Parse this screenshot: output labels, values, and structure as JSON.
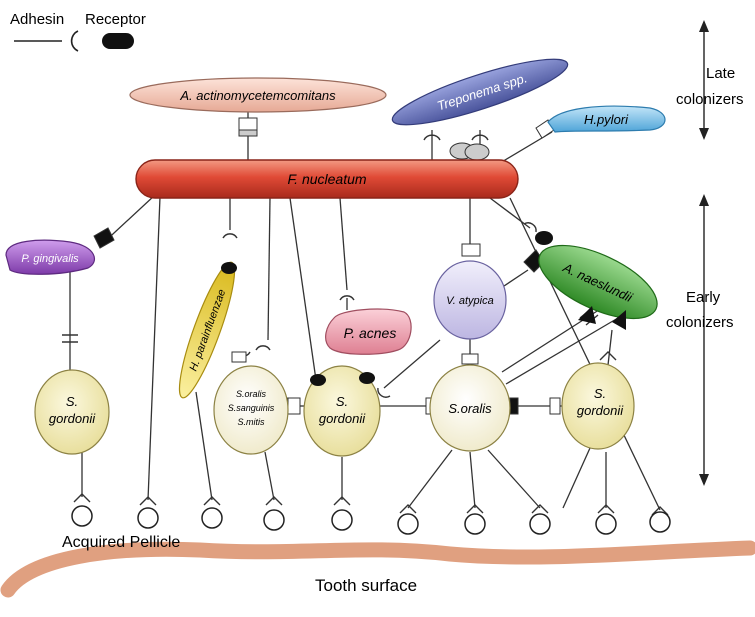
{
  "legend": {
    "adhesin": "Adhesin",
    "receptor": "Receptor"
  },
  "arrows": {
    "late": [
      "Late",
      "colonizers"
    ],
    "early": [
      "Early",
      "colonizers"
    ]
  },
  "organisms": {
    "a_actinomycetemcomitans": "A. actinomycetemcomitans",
    "treponema": "Treponema spp.",
    "h_pylori": "H.pylori",
    "f_nucleatum": "F. nucleatum",
    "p_gingivalis": "P. gingivalis",
    "h_parainfluenzae": "H. parainfluenzae",
    "v_atypica": "V. atypica",
    "a_naeslundii": "A. naeslundii",
    "p_acnes": "P. acnes",
    "s_gordonii_left": [
      "S.",
      "gordonii"
    ],
    "s_gordonii_mid": [
      "S.",
      "gordonii"
    ],
    "s_gordonii_right": [
      "S.",
      "gordonii"
    ],
    "s_oralis_group": [
      "S.oralis",
      "S.sanguinis",
      "S.mitis"
    ],
    "s_oralis": "S.oralis"
  },
  "surface": {
    "pellicle": "Acquired Pellicle",
    "tooth": "Tooth surface"
  },
  "colors": {
    "f_nucleatum": "#e0553c",
    "a_actinomycetemcomitans": "#f4c6b8",
    "treponema": "#6670b8",
    "h_pylori": "#7cc2ea",
    "p_gingivalis": "#a55fcc",
    "h_parainfluenzae": "#f2d63a",
    "v_atypica": "#d9d5ef",
    "a_naeslundii": "#4cad3f",
    "p_acnes": "#f0a3b2",
    "s_cell": "#f4efc0",
    "tooth": "#e2a07f"
  }
}
